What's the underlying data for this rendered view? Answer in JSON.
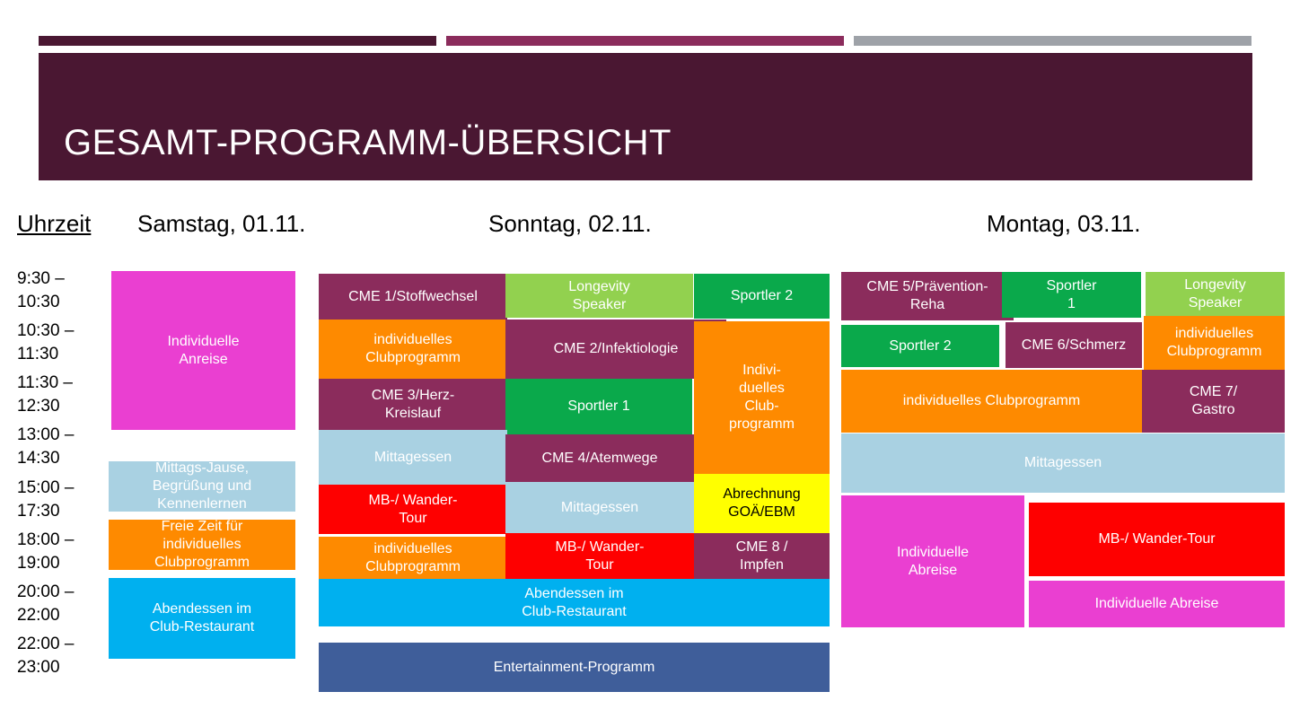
{
  "title": "GESAMT-PROGRAMM-ÜBERSICHT",
  "accent_colors": [
    "#4a1732",
    "#8b2c5c",
    "#9ea2a8"
  ],
  "headers": {
    "time": "Uhrzeit",
    "sat": "Samstag, 01.11.",
    "sun": "Sonntag, 02.11.",
    "mon": "Montag, 03.11."
  },
  "times": [
    {
      "a": "9:30 –",
      "b": "10:30"
    },
    {
      "a": "10:30 –",
      "b": "11:30"
    },
    {
      "a": "11:30 –",
      "b": "12:30"
    },
    {
      "a": "13:00 –",
      "b": "14:30"
    },
    {
      "a": "15:00 –",
      "b": "17:30"
    },
    {
      "a": "18:00 –",
      "b": "19:00"
    },
    {
      "a": "20:00 –",
      "b": "22:00"
    },
    {
      "a": "22:00 –",
      "b": "23:00"
    }
  ],
  "blocks": {
    "sat": [
      {
        "text": "Individuelle\nAnreise",
        "color": "#ea3fd1"
      },
      {
        "text": "Mittags-Jause,\nBegrüßung und Kennenlernen",
        "color": "#a9d1e2"
      },
      {
        "text": "Freie Zeit für\nindividuelles\nClubprogramm",
        "color": "#fe8a00"
      },
      {
        "text": "Abendessen im\nClub-Restaurant",
        "color": "#00b0ef"
      }
    ],
    "sun": [
      {
        "text": "CME 1/Stoffwechsel",
        "color": "#8b2c5c"
      },
      {
        "text": "Longevity\nSpeaker",
        "color": "#92d14f"
      },
      {
        "text": "Sportler 2",
        "color": "#0aa94b"
      },
      {
        "text": "individuelles\nClubprogramm",
        "color": "#fe8a00"
      },
      {
        "text": "CME 2/Infektiologie",
        "color": "#8b2c5c"
      },
      {
        "text": "Indivi-\nduelles\nClub-\nprogramm",
        "color": "#fe8a00"
      },
      {
        "text": "CME 3/Herz-\nKreislauf",
        "color": "#8b2c5c"
      },
      {
        "text": "Sportler 1",
        "color": "#0aa94b"
      },
      {
        "text": "Mittagessen",
        "color": "#a9d1e2"
      },
      {
        "text": "CME 4/Atemwege",
        "color": "#8b2c5c"
      },
      {
        "text": "MB-/ Wander-\nTour",
        "color": "#fe0000"
      },
      {
        "text": "Mittagessen",
        "color": "#a9d1e2"
      },
      {
        "text": "Abrechnung\nGOÄ/EBM",
        "color": "#ffff00"
      },
      {
        "text": "individuelles\nClubprogramm",
        "color": "#fe8a00"
      },
      {
        "text": "MB-/ Wander-\nTour",
        "color": "#fe0000"
      },
      {
        "text": "CME 8 /\nImpfen",
        "color": "#8b2c5c"
      },
      {
        "text": "Abendessen im\nClub-Restaurant",
        "color": "#00b0ef"
      },
      {
        "text": "Entertainment-Programm",
        "color": "#3f5e9a"
      }
    ],
    "mon": [
      {
        "text": "CME 5/Prävention-\nReha",
        "color": "#8b2c5c"
      },
      {
        "text": "Sportler\n1",
        "color": "#0aa94b"
      },
      {
        "text": "Longevity\nSpeaker",
        "color": "#92d14f"
      },
      {
        "text": "Sportler 2",
        "color": "#0aa94b"
      },
      {
        "text": "CME 6/Schmerz",
        "color": "#8b2c5c"
      },
      {
        "text": "individuelles\nClubprogramm",
        "color": "#fe8a00"
      },
      {
        "text": "individuelles Clubprogramm",
        "color": "#fe8a00"
      },
      {
        "text": "CME 7/\nGastro",
        "color": "#8b2c5c"
      },
      {
        "text": "Mittagessen",
        "color": "#a9d1e2"
      },
      {
        "text": "Individuelle\nAbreise",
        "color": "#ea3fd1"
      },
      {
        "text": "MB-/ Wander-Tour",
        "color": "#fe0000"
      },
      {
        "text": "Individuelle Abreise",
        "color": "#ea3fd1"
      }
    ]
  }
}
